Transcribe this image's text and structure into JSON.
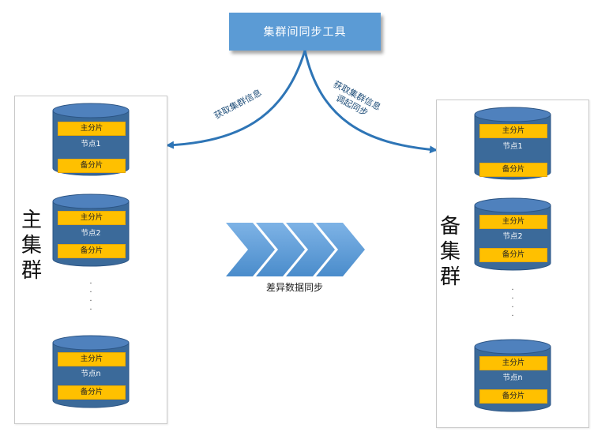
{
  "tool": {
    "label": "集群间同步工具"
  },
  "arrows": {
    "left_label": "获取集群信息",
    "right_label_line1": "获取集群信息",
    "right_label_line2": "调起同步"
  },
  "primary": {
    "name_chars": [
      "主",
      "集",
      "群"
    ],
    "nodes": [
      {
        "primary_shard": "主分片",
        "label": "节点1",
        "replica_shard": "备分片"
      },
      {
        "primary_shard": "主分片",
        "label": "节点2",
        "replica_shard": "备分片"
      },
      {
        "primary_shard": "主分片",
        "label": "节点n",
        "replica_shard": "备分片"
      }
    ]
  },
  "standby": {
    "name_chars": [
      "备",
      "集",
      "群"
    ],
    "nodes": [
      {
        "primary_shard": "主分片",
        "label": "节点1",
        "replica_shard": "备分片"
      },
      {
        "primary_shard": "主分片",
        "label": "节点2",
        "replica_shard": "备分片"
      },
      {
        "primary_shard": "主分片",
        "label": "节点n",
        "replica_shard": "备分片"
      }
    ]
  },
  "sync": {
    "label": "差异数据同步"
  },
  "colors": {
    "tool_box": "#5b9bd5",
    "cylinder": "#3b6a9a",
    "shard": "#ffc000",
    "arrow": "#2e75b6",
    "chevron": "#5b9bd5"
  }
}
